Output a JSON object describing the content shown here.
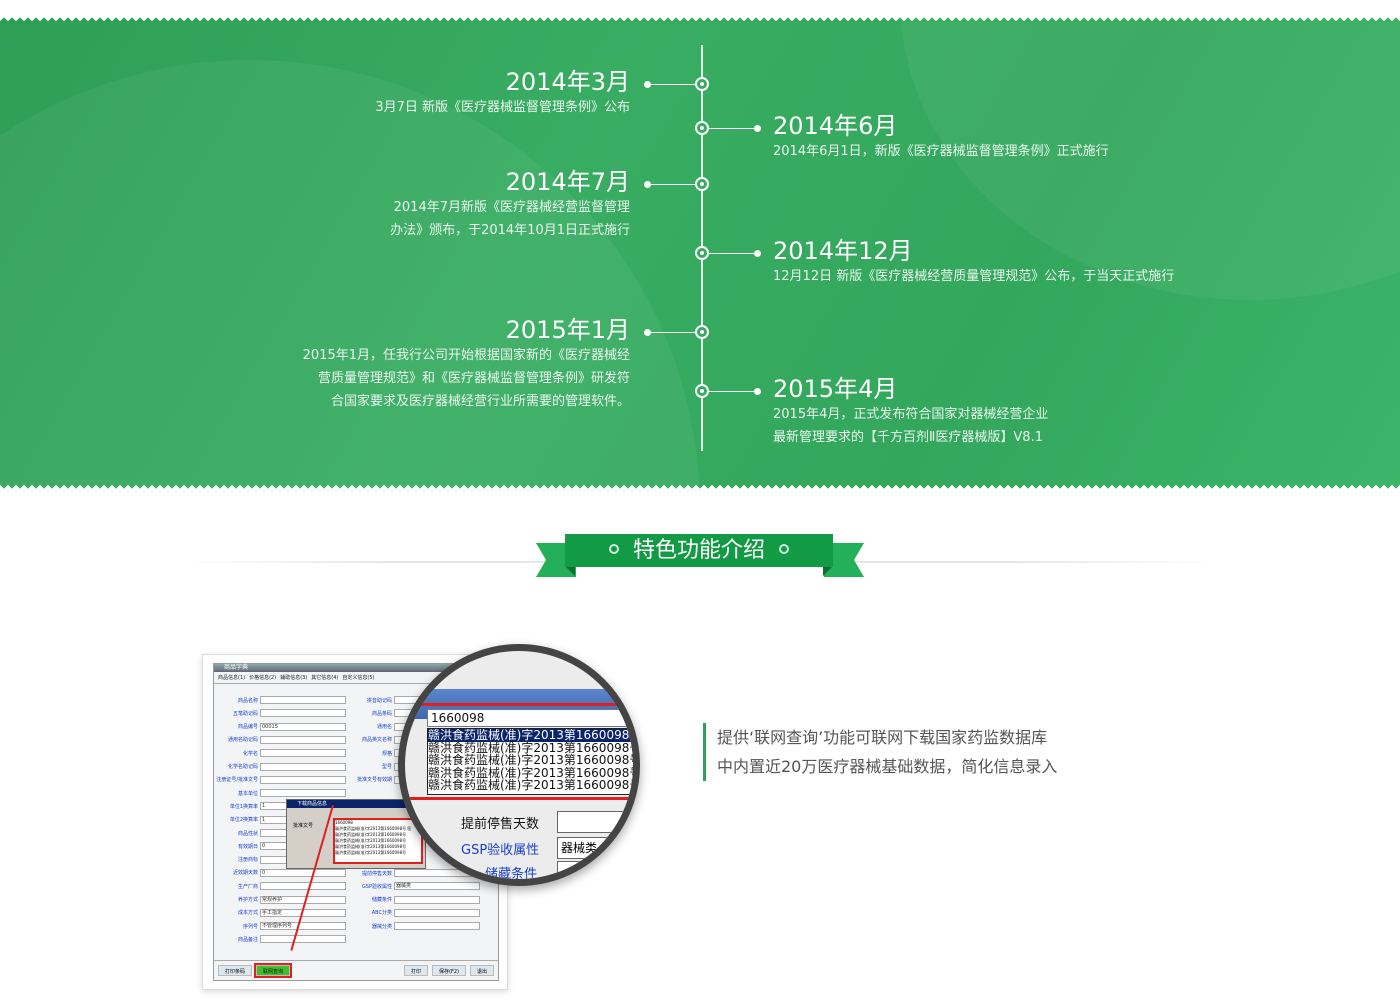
{
  "timeline": {
    "left": [
      {
        "year": "2014年3月",
        "desc": [
          "3月7日 新版《医疗器械监督管理条例》公布"
        ]
      },
      {
        "year": "2014年7月",
        "desc": [
          "2014年7月新版《医疗器械经营监督管理",
          "办法》颁布，于2014年10月1日正式施行"
        ]
      },
      {
        "year": "2015年1月",
        "desc": [
          "2015年1月，任我行公司开始根据国家新的《医疗器械经",
          "营质量管理规范》和《医疗器械监督管理条例》研发符",
          "合国家要求及医疗器械经营行业所需要的管理软件。"
        ]
      }
    ],
    "right": [
      {
        "year": "2014年6月",
        "desc": [
          "2014年6月1日，新版《医疗器械监督管理条例》正式施行"
        ]
      },
      {
        "year": "2014年12月",
        "desc": [
          "12月12日 新版《医疗器械经营质量管理规范》公布，于当天正式施行"
        ]
      },
      {
        "year": "2015年4月",
        "desc": [
          "2015年4月，正式发布符合国家对器械经营企业",
          "最新管理要求的【千方百剂Ⅱ医疗器械版】V8.1"
        ]
      }
    ]
  },
  "section_title": "特色功能介绍",
  "feature": {
    "lines": [
      "提供‘联网查询’功能可联网下载国家药监数据库",
      "中内置近20万医疗器械基础数据，简化信息录入"
    ]
  },
  "screenshot": {
    "window_title": "商品字典",
    "tabs": [
      "商品信息(1)",
      "价格信息(2)",
      "辅助信息(3)",
      "其它信息(4)",
      "自定义信息(5)"
    ],
    "left_fields": [
      [
        "商品名称",
        ""
      ],
      [
        "五笔助记码",
        ""
      ],
      [
        "商品编号",
        "00015"
      ],
      [
        "通用名助记码",
        ""
      ],
      [
        "化学名",
        ""
      ],
      [
        "化学名助记码",
        ""
      ],
      [
        "注册证号/批准文号",
        ""
      ],
      [
        "基本单位",
        ""
      ],
      [
        "单位1换算率",
        "1"
      ],
      [
        "单位2换算率",
        "1"
      ],
      [
        "商品性状",
        ""
      ],
      [
        "有效期日",
        "0"
      ],
      [
        "注册商标",
        ""
      ],
      [
        "近效期天数",
        "0"
      ],
      [
        "生产厂商",
        ""
      ],
      [
        "养护方式",
        "常规养护"
      ],
      [
        "成本方式",
        "手工指定"
      ],
      [
        "序列号",
        "不管理序列号"
      ],
      [
        "商品备注",
        ""
      ]
    ],
    "right_fields": [
      [
        "拼音助记码",
        ""
      ],
      [
        "商品条码",
        ""
      ],
      [
        "通用名",
        ""
      ],
      [
        "商品英文名称",
        ""
      ],
      [
        "规格",
        ""
      ],
      [
        "型号",
        ""
      ],
      [
        "批准文号有效期",
        ""
      ]
    ],
    "right_fields_lower": [
      [
        "提前停售天数",
        ""
      ],
      [
        "GSP验收属性",
        "器械类"
      ],
      [
        "储藏条件",
        ""
      ],
      [
        "ABC分类",
        ""
      ],
      [
        "器械分类",
        ""
      ]
    ],
    "popup_title": "下载商品信息",
    "popup_label": "批准文号",
    "query_value": "1660098",
    "results": [
      "赣洪食药监械(准)字2013第1660098号 医",
      "赣洪食药监械(准)字2013第1660098号",
      "赣洪食药监械(准)字2013第1660098号",
      "赣洪食药监械(准)字2013第1660098号",
      "赣洪食药监械(准)字2013第1660098号"
    ],
    "buttons": [
      "打印条码",
      "联网查询",
      "打印",
      "保存(F2)",
      "退出"
    ],
    "mag_labels": {
      "stop": "提前停售天数",
      "gsp": "GSP验收属性",
      "gsp_value": "器械类",
      "storage": "储藏条件"
    }
  },
  "colors": {
    "hero_green": "#38ad62",
    "banner_green": "#129a44",
    "accent": "#2ba456"
  }
}
